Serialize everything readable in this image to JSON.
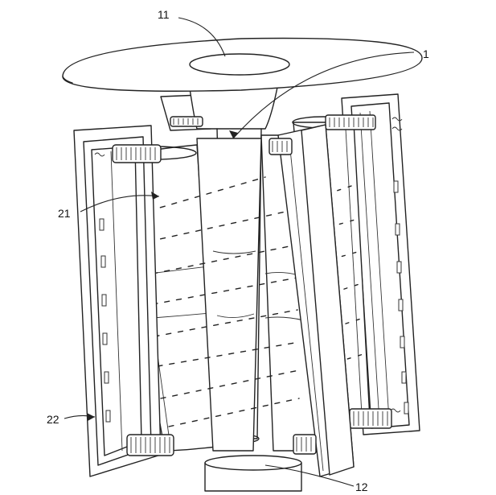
{
  "labels": {
    "top_disc": "1",
    "top_opening": "11",
    "roller": "21",
    "frame": "22",
    "bottom_outlet": "12"
  },
  "colors": {
    "stroke": "#222222",
    "background": "#ffffff"
  }
}
